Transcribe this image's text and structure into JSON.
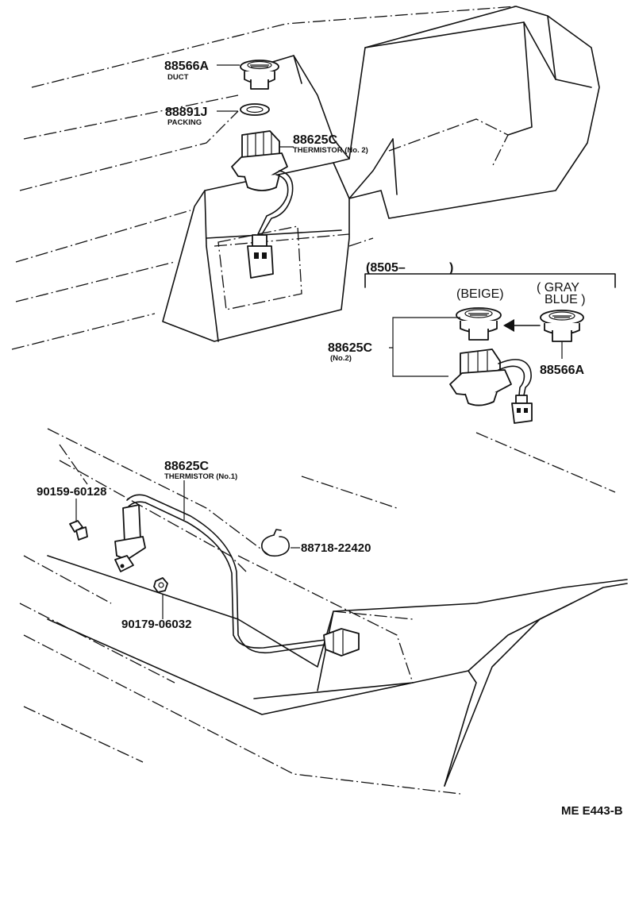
{
  "labels": {
    "duct_part_no": "88566A",
    "duct_name": "DUCT",
    "packing_part_no": "88891J",
    "packing_name": "PACKING",
    "thermistor2_part_no": "88625C",
    "thermistor2_name": "THERMISTOR (No. 2)",
    "revision_range": "(8505–",
    "revision_close": ")",
    "beige_label": "(BEIGE)",
    "gray_label": "( GRAY",
    "blue_label": "BLUE )",
    "inset_part_no": "88625C",
    "inset_sub": "(No.2)",
    "inset_duct_part_no": "88566A",
    "thermistor1_part_no": "88625C",
    "thermistor1_name": "THERMISTOR (No.1)",
    "screw_part_no": "90159-60128",
    "clamp_part_no": "88718-22420",
    "nut_part_no": "90179-06032",
    "diagram_ref": "ME E443-B"
  }
}
